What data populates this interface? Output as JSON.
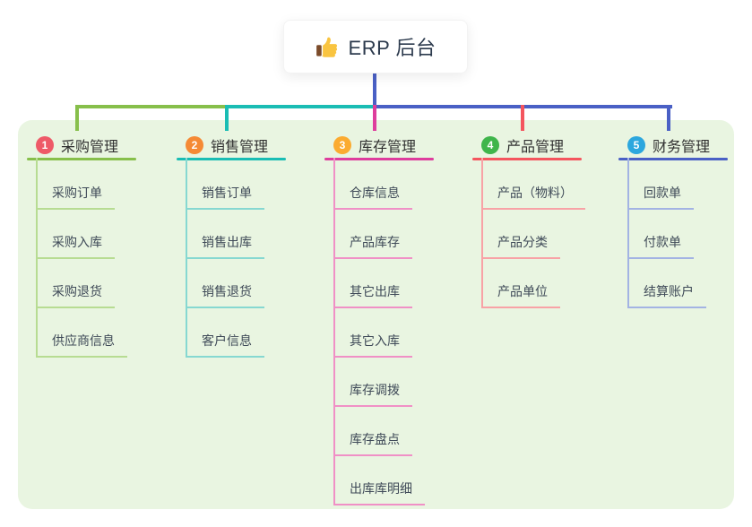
{
  "root": {
    "title": "ERP 后台",
    "icon": "thumbs-up"
  },
  "canvas": {
    "background": "#ffffff",
    "panel_background": "#e9f5e1",
    "root_connector_color": "#4a60c5"
  },
  "branches": [
    {
      "number": "1",
      "label": "采购管理",
      "badge_color": "#ee5a68",
      "line_color": "#87bf4b",
      "child_line_color": "#b7dc92",
      "children": [
        "采购订单",
        "采购入库",
        "采购退货",
        "供应商信息"
      ]
    },
    {
      "number": "2",
      "label": "销售管理",
      "badge_color": "#f58a35",
      "line_color": "#1abdb4",
      "child_line_color": "#86d8d1",
      "children": [
        "销售订单",
        "销售出库",
        "销售退货",
        "客户信息"
      ]
    },
    {
      "number": "3",
      "label": "库存管理",
      "badge_color": "#fbab30",
      "line_color": "#de3d9d",
      "child_line_color": "#f090c6",
      "children": [
        "仓库信息",
        "产品库存",
        "其它出库",
        "其它入库",
        "库存调拨",
        "库存盘点",
        "出库库明细"
      ]
    },
    {
      "number": "4",
      "label": "产品管理",
      "badge_color": "#3fb54b",
      "line_color": "#f4555e",
      "child_line_color": "#f8a2a6",
      "children": [
        "产品（物料）",
        "产品分类",
        "产品单位"
      ]
    },
    {
      "number": "5",
      "label": "财务管理",
      "badge_color": "#2ca7de",
      "line_color": "#4a60c5",
      "child_line_color": "#a3b3e3",
      "children": [
        "回款单",
        "付款单",
        "结算账户"
      ]
    }
  ]
}
